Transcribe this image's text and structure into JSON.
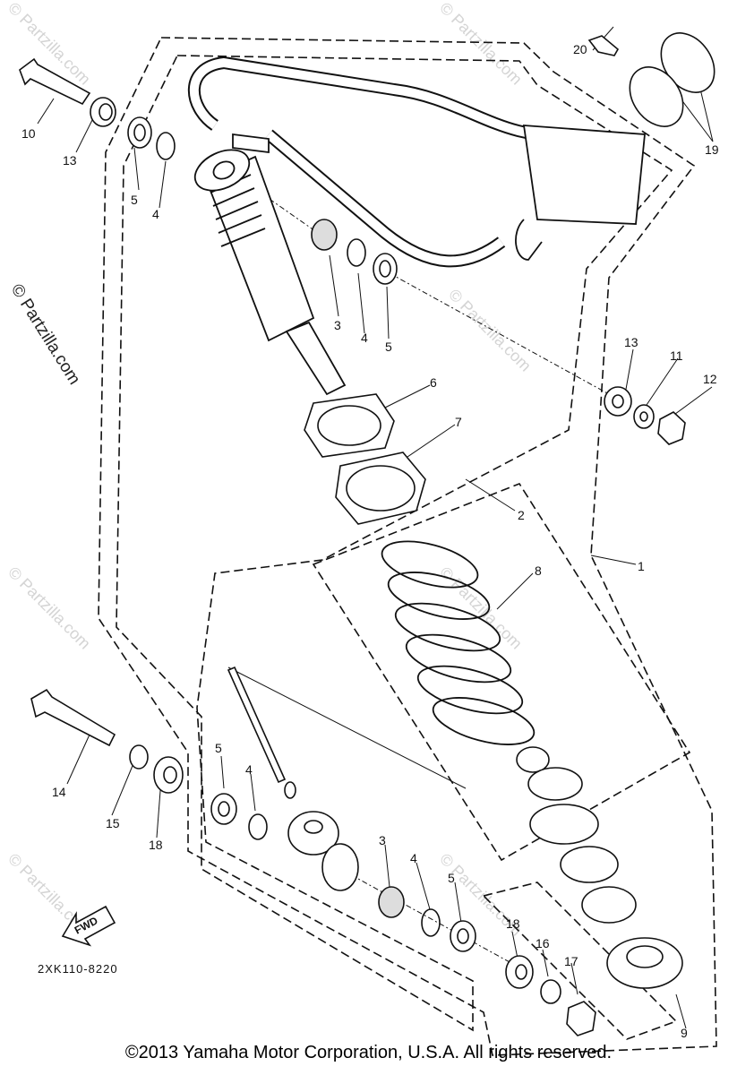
{
  "diagram_code": "2XK110-8220",
  "fwd_label": "FWD",
  "copyright": "©2013 Yamaha Motor Corporation, U.S.A. All rights reserved.",
  "watermark": "© Partzilla.com",
  "callouts": {
    "c1": "1",
    "c2": "2",
    "c3a": "3",
    "c3b": "3",
    "c4a": "4",
    "c4b": "4",
    "c4c": "4",
    "c4d": "4",
    "c5a": "5",
    "c5b": "5",
    "c5c": "5",
    "c5d": "5",
    "c6": "6",
    "c7": "7",
    "c8": "8",
    "c9": "9",
    "c10": "10",
    "c11": "11",
    "c12": "12",
    "c13a": "13",
    "c13b": "13",
    "c14": "14",
    "c15": "15",
    "c16": "16",
    "c17": "17",
    "c18a": "18",
    "c18b": "18",
    "c19": "19",
    "c20": "20"
  }
}
